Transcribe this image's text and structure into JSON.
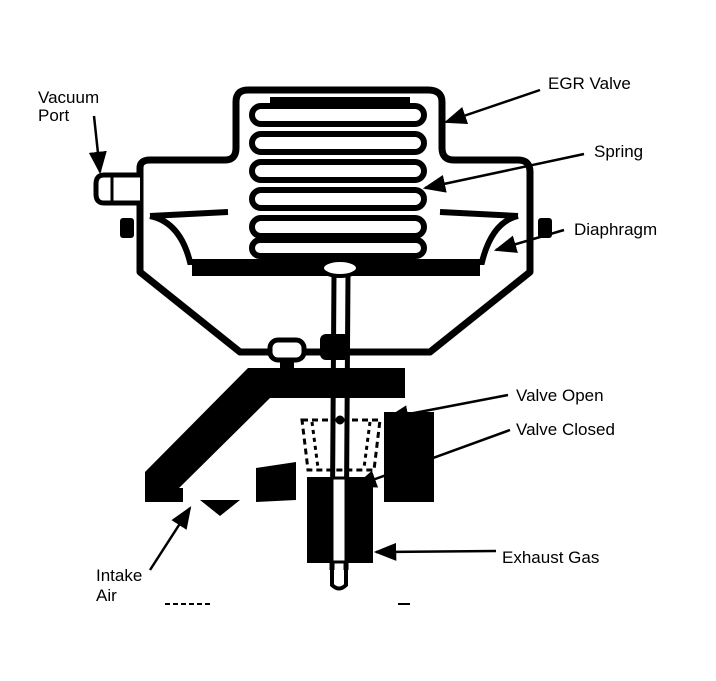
{
  "colors": {
    "ink": "#000000",
    "paper": "#ffffff"
  },
  "labels": {
    "egr_valve": "EGR Valve",
    "spring": "Spring",
    "diaphragm": "Diaphragm",
    "vacuum_port_line1": "Vacuum",
    "vacuum_port_line2": "Port",
    "valve_open": "Valve Open",
    "valve_closed": "Valve Closed",
    "exhaust_gas": "Exhaust Gas",
    "intake_air_line1": "Intake",
    "intake_air_line2": "Air"
  }
}
